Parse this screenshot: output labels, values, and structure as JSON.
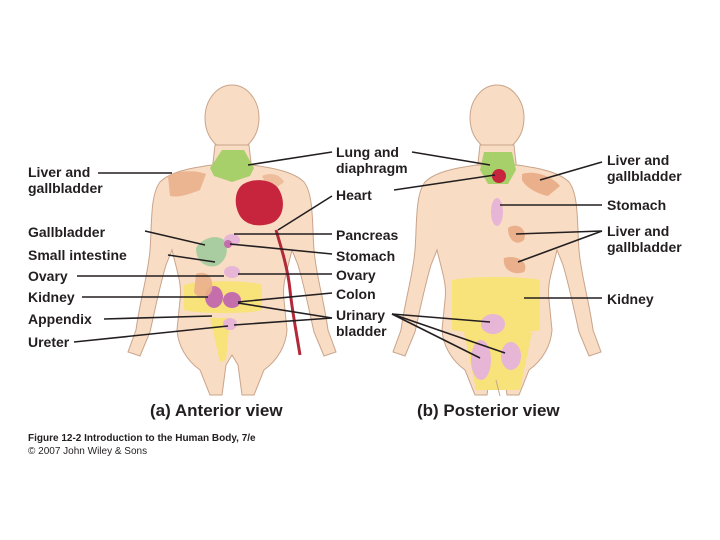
{
  "anterior": {
    "title": "(a) Anterior view",
    "labels_left": {
      "liver_gallbladder": "Liver and\ngallbladder",
      "gallbladder": "Gallbladder",
      "small_intestine": "Small intestine",
      "ovary": "Ovary",
      "kidney": "Kidney",
      "appendix": "Appendix",
      "ureter": "Ureter"
    },
    "labels_center": {
      "lung_diaphragm": "Lung and\ndiaphragm",
      "heart": "Heart",
      "pancreas": "Pancreas",
      "stomach": "Stomach",
      "ovary": "Ovary",
      "colon": "Colon",
      "urinary_bladder": "Urinary\nbladder"
    }
  },
  "posterior": {
    "title": "(b) Posterior view",
    "labels_right": {
      "liver_gallbladder_1": "Liver and\ngallbladder",
      "stomach": "Stomach",
      "liver_gallbladder_2": "Liver and\ngallbladder",
      "kidney": "Kidney"
    }
  },
  "credit": {
    "line1": "Figure 12-2  Introduction to the Human Body, 7/e",
    "line2": "© 2007 John Wiley & Sons"
  },
  "colors": {
    "skin": "#f8dcc4",
    "skin_outline": "#c9a48a",
    "lung_green": "#a8d06a",
    "liver_orange": "#eab08c",
    "heart_red": "#c7253e",
    "kidney_yellow": "#f8e27a",
    "organ_pink": "#e7b5d6",
    "organ_purple": "#c46fab",
    "ureter_red": "#b22a3a",
    "gallbladder_green": "#a9cda0",
    "leader": "#231f20"
  }
}
